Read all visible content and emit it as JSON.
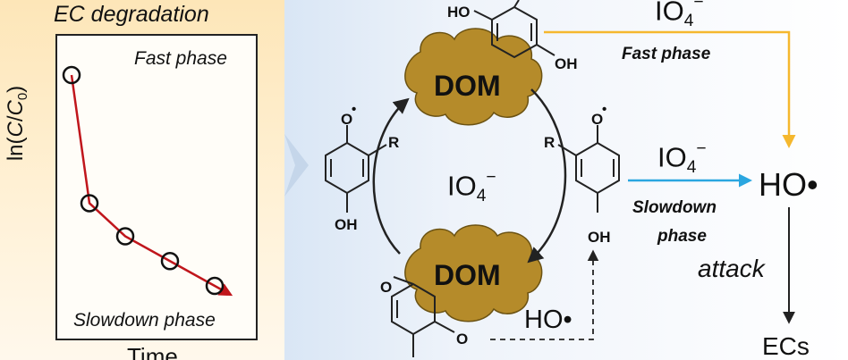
{
  "left_panel": {
    "title": "EC degradation",
    "y_axis_label_pre": "ln(",
    "y_axis_label_C": "C",
    "y_axis_label_slash": "/",
    "y_axis_label_C0": "C",
    "y_axis_label_sub0": "0",
    "y_axis_label_post": ")",
    "x_axis_label": "Time",
    "fast_phase_label": "Fast phase",
    "slowdown_phase_label": "Slowdown phase"
  },
  "chart_data": {
    "type": "line",
    "title": "EC degradation",
    "xlabel": "Time",
    "ylabel": "ln(C/C0)",
    "series": [
      {
        "name": "",
        "x": [
          0.0,
          0.1,
          0.3,
          0.55,
          0.8
        ],
        "y": [
          0.0,
          -0.62,
          -0.78,
          -0.9,
          -1.02
        ]
      }
    ],
    "annotations": [
      "Fast phase",
      "Slowdown phase"
    ],
    "marker": "open-circle",
    "line_color": "#c0161c",
    "grid": false
  },
  "mechanism": {
    "dom_top": "DOM",
    "dom_bottom": "DOM",
    "center_oxidant": "IO",
    "center_oxidant_sub": "4",
    "center_oxidant_sup": "−",
    "top_oxidant": "IO",
    "top_oxidant_sub": "4",
    "top_oxidant_sup": "−",
    "right_oxidant": "IO",
    "right_oxidant_sub": "4",
    "right_oxidant_sup": "−",
    "fast_phase": "Fast phase",
    "slowdown_phase_line1": "Slowdown",
    "slowdown_phase_line2": "phase",
    "hydroxyl_radical": "HO•",
    "hydroxyl_radical_bottom": "HO•",
    "attack": "attack",
    "target": "ECs",
    "structures": {
      "top_ho": "HO",
      "top_oh": "OH",
      "left_o": "O",
      "left_r": "R",
      "left_oh": "OH",
      "right_o": "O",
      "right_r": "R",
      "right_oh": "OH",
      "quinone_o_top": "O",
      "quinone_o_bottom": "O",
      "radical_dot": "•"
    },
    "colors": {
      "fast_arrow": "#f5b82e",
      "slow_arrow": "#2aa6e0",
      "dom_fill": "#b58b2a",
      "dom_edge": "#6b5212",
      "curve_red": "#c0161c"
    }
  },
  "separator_arrow": "chevron-right-icon"
}
